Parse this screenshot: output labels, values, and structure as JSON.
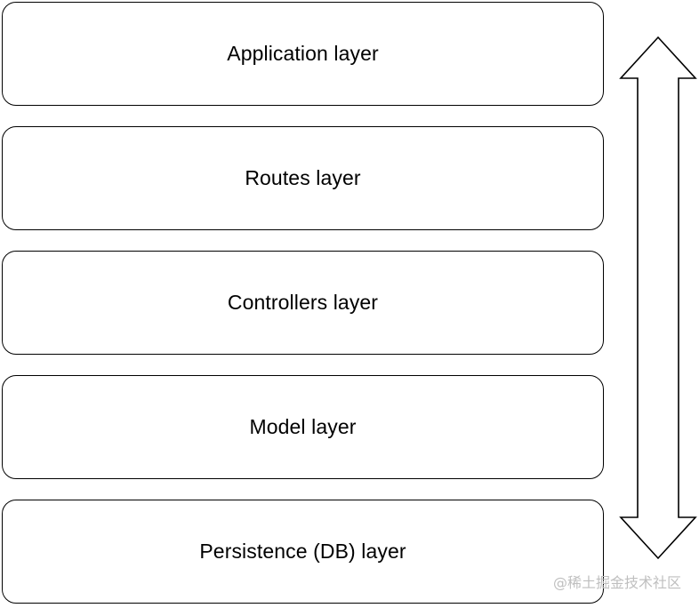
{
  "diagram": {
    "layers": [
      {
        "label": "Application layer"
      },
      {
        "label": "Routes layer"
      },
      {
        "label": "Controllers layer"
      },
      {
        "label": "Model layer"
      },
      {
        "label": "Persistence (DB) layer"
      }
    ],
    "arrow_icon": "double-headed-vertical-arrow",
    "colors": {
      "stroke": "#000000",
      "fill": "#ffffff",
      "watermark": "#bfbfbf"
    }
  },
  "watermark": {
    "text": "@稀土掘金技术社区"
  }
}
